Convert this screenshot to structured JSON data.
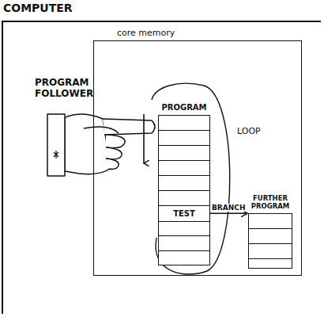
{
  "diagram": {
    "nodes": [
      {
        "text": [
          "COMPUTER"
        ]
      },
      {
        "text": [
          "core memory"
        ],
        "in": 0
      },
      {
        "text": [
          "PROGRAM"
        ],
        "in": 1
      },
      {
        "text": [
          "TEST"
        ],
        "in": 2
      },
      {
        "text": [
          "FURTHER PROGRAM"
        ],
        "in": 1
      }
    ],
    "edges": [
      {
        "from": 3,
        "to": 4,
        "arrow": "to",
        "label": "BRANCH"
      }
    ],
    "labels": [
      "PROGRAM FOLLOWER",
      "LOOP"
    ]
  }
}
